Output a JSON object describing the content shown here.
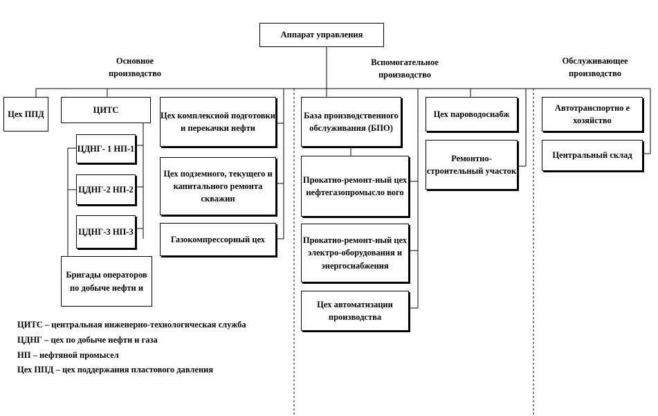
{
  "top": {
    "apparatus": "Аппарат управления"
  },
  "sections": {
    "main": "Основное производство",
    "aux": "Вспомогательное производство",
    "service": "Обслуживающее производство"
  },
  "main": {
    "tsppd": "Цех ППД",
    "tsits": "ЦИТС",
    "cdng1": "ЦДНГ- 1 НП-1",
    "cdng2": "ЦДНГ-2 НП-2",
    "cdng3": "ЦДНГ-3 НП-3",
    "brigades": "Бригады операторов по добыче нефти и",
    "oil_prep": "Цех комплексной подготовки и перекачки нефти",
    "well_repair": "Цех подземного, текущего и капитального ремонта скважин",
    "gas_comp": "Газокомпрессорный цех"
  },
  "aux": {
    "bpo": "База производственного обслуживания (БПО)",
    "prokat_oil": "Прокатно-ремонт-ный цех нефтегазопромысло вого",
    "prokat_el": "Прокатно-ремонт-ный цех электро-оборудования и энергоснабжения",
    "automation": "Цех автоматизации производства",
    "steam": "Цех пароводоснабж",
    "repair_construct": "Ремонтно-строительный участок"
  },
  "service": {
    "autotransport": "Автотранспортно е хозяйство",
    "warehouse": "Центральный склад"
  },
  "legend": [
    "ЦИТС – центральная инженерно-технологическая служба",
    "ЦДНГ – цех по добыче нефти и газа",
    "НП – нефтяной промысел",
    "Цех ППД – цех поддержания пластового давления"
  ]
}
